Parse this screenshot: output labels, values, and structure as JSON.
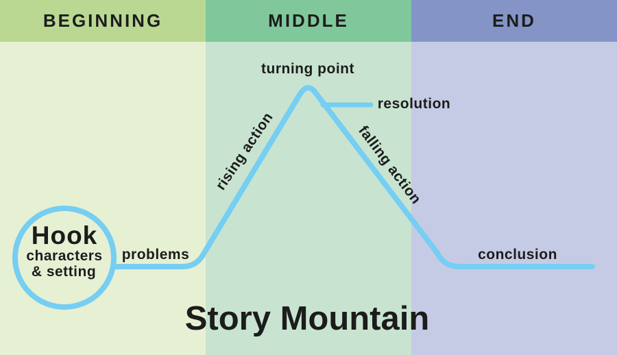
{
  "title": "Story Mountain",
  "colors": {
    "line": "#76cef2",
    "text": "#1c1c1c",
    "beginning_header": "#bad892",
    "beginning_body": "#e6f0d3",
    "middle_header": "#80c89c",
    "middle_body": "#c8e4d0",
    "end_header": "#8494c7",
    "end_body": "#c5cbe4"
  },
  "sections": [
    {
      "label": "BEGINNING"
    },
    {
      "label": "MIDDLE"
    },
    {
      "label": "END"
    }
  ],
  "hook": {
    "heading": "Hook",
    "subline1": "characters",
    "subline2": "& setting"
  },
  "stages": {
    "problems": "problems",
    "rising_action": "rising action",
    "turning_point": "turning point",
    "resolution": "resolution",
    "falling_action": "falling action",
    "conclusion": "conclusion"
  }
}
